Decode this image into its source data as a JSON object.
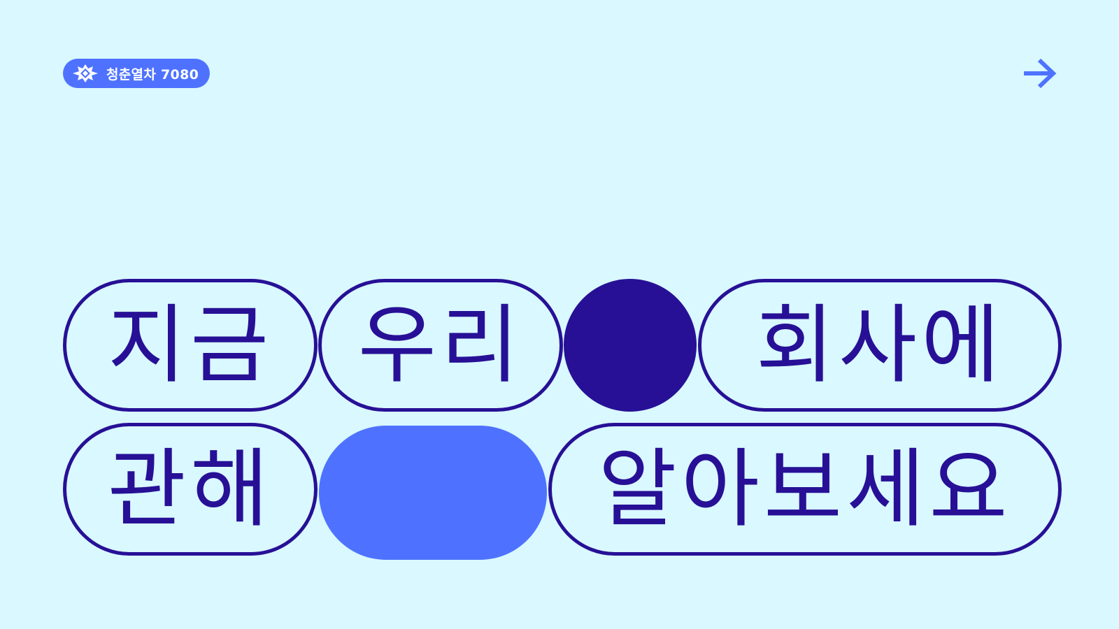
{
  "brand": {
    "name": "청춘열차 7080",
    "logo_icon": "diamond-star-logo-icon",
    "color": "#4E72FF"
  },
  "navigation": {
    "next_icon": "arrow-right-icon",
    "color": "#4E72FF"
  },
  "headline": {
    "words": [
      "지금",
      "우리",
      "회사에",
      "관해",
      "알아보세요"
    ],
    "text_color": "#271096",
    "outline_color": "#271096",
    "dark_dot_color": "#271096",
    "blue_pill_color": "#4E72FF"
  },
  "background_color": "#D9F8FF"
}
